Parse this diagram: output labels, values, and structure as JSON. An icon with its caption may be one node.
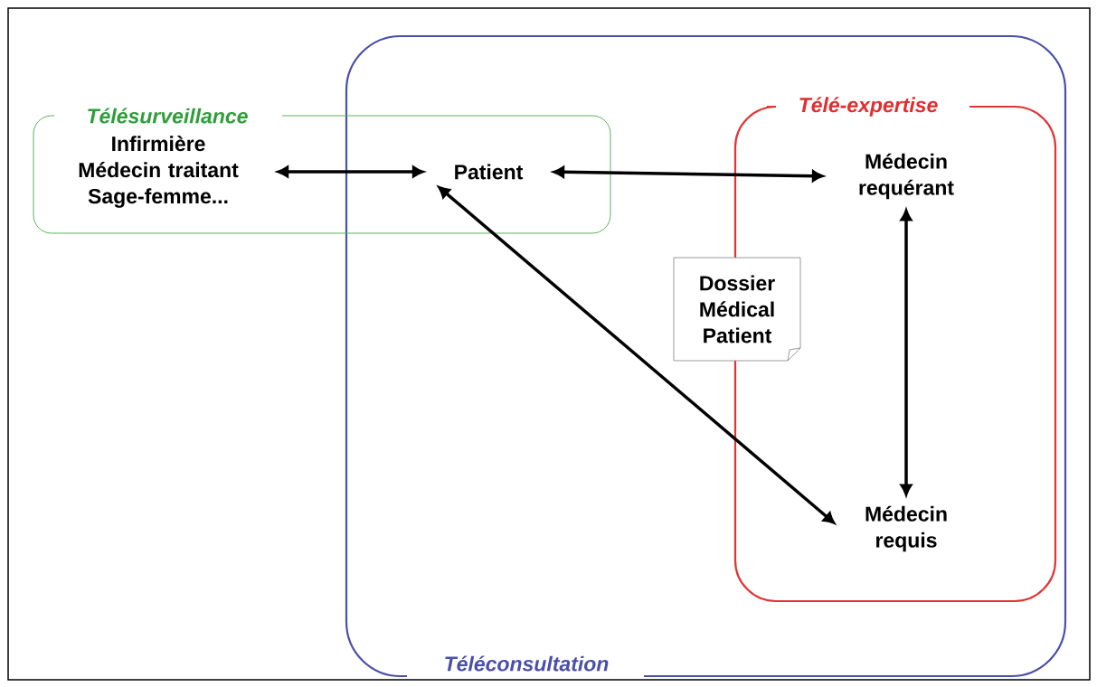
{
  "diagram": {
    "nodes": [
      {
        "text": [
          "Téléconsultation"
        ]
      },
      {
        "text": [
          "Télésurveillance"
        ]
      },
      {
        "text": [
          "Télé-expertise"
        ],
        "in": 0
      },
      {
        "text": [
          "Infirmière Médecin traitant Sage-femme..."
        ],
        "in": 1
      },
      {
        "text": [
          "Patient"
        ]
      },
      {
        "text": [
          "Médecin requérant"
        ],
        "in": 2
      },
      {
        "text": [
          "Médecin requis"
        ],
        "in": 2
      },
      {
        "text": [
          "Dossier Médical Patient"
        ],
        "in": 0
      }
    ],
    "edges": [
      {
        "from": 3,
        "to": 4,
        "arrow": "both"
      },
      {
        "from": 4,
        "to": 5,
        "arrow": "both"
      },
      {
        "from": 5,
        "to": 6,
        "arrow": "both"
      },
      {
        "from": 4,
        "to": 6,
        "arrow": "both"
      }
    ]
  }
}
